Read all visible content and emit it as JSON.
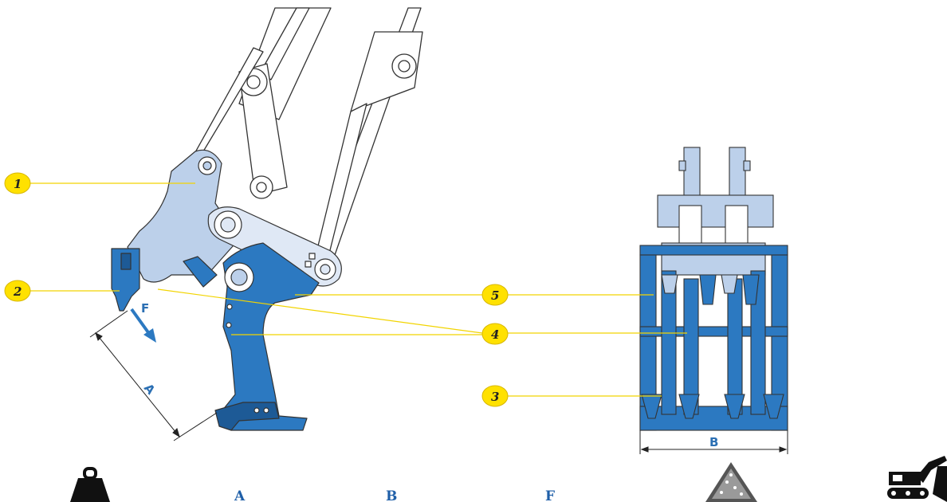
{
  "colors": {
    "blue": "#2c79c1",
    "light_blue": "#bcd0ea",
    "callout_yellow": "#ffe100",
    "outline": "#333333"
  },
  "callouts": [
    "1",
    "2",
    "3",
    "4",
    "5"
  ],
  "dimensions": {
    "a": "A",
    "b": "B",
    "f": "F"
  },
  "footer": {
    "icons": [
      "weight-icon",
      "gravel-pile-icon",
      "excavator-icon"
    ],
    "columns": [
      "A",
      "B",
      "F"
    ]
  }
}
